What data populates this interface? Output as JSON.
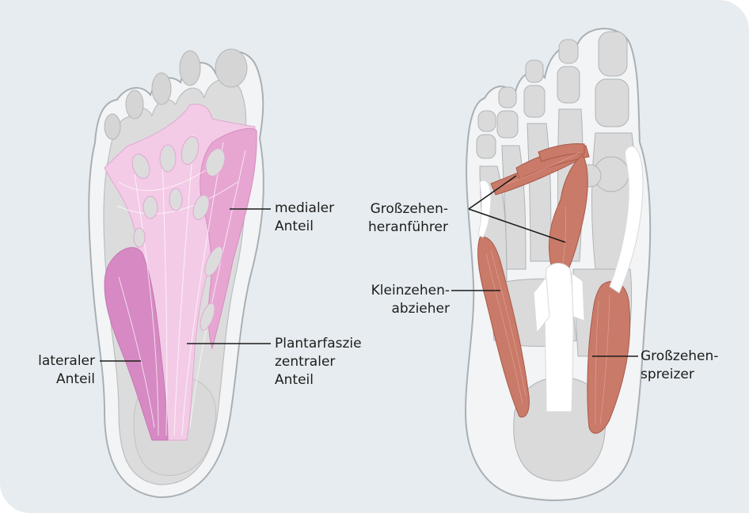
{
  "labels": {
    "medialer": [
      "medialer",
      "Anteil"
    ],
    "plantar": [
      "Plantarfaszie",
      "zentraler",
      "Anteil"
    ],
    "lateraler": [
      "lateraler",
      "Anteil"
    ],
    "heranfuehrer": [
      "Großzehen-",
      "heranführer"
    ],
    "kleinzehen": [
      "Kleinzehen-",
      "abzieher"
    ],
    "spreizer": [
      "Großzehen-",
      "spreizer"
    ]
  },
  "colors": {
    "panel": "#e6ecf0",
    "foot_outline": "#f2f4f5",
    "bone": "#dcdcdc",
    "fascia_light": "#f3cbe6",
    "fascia_dark": "#d689c2",
    "muscle": "#c97a68",
    "tendon": "#ffffff"
  }
}
